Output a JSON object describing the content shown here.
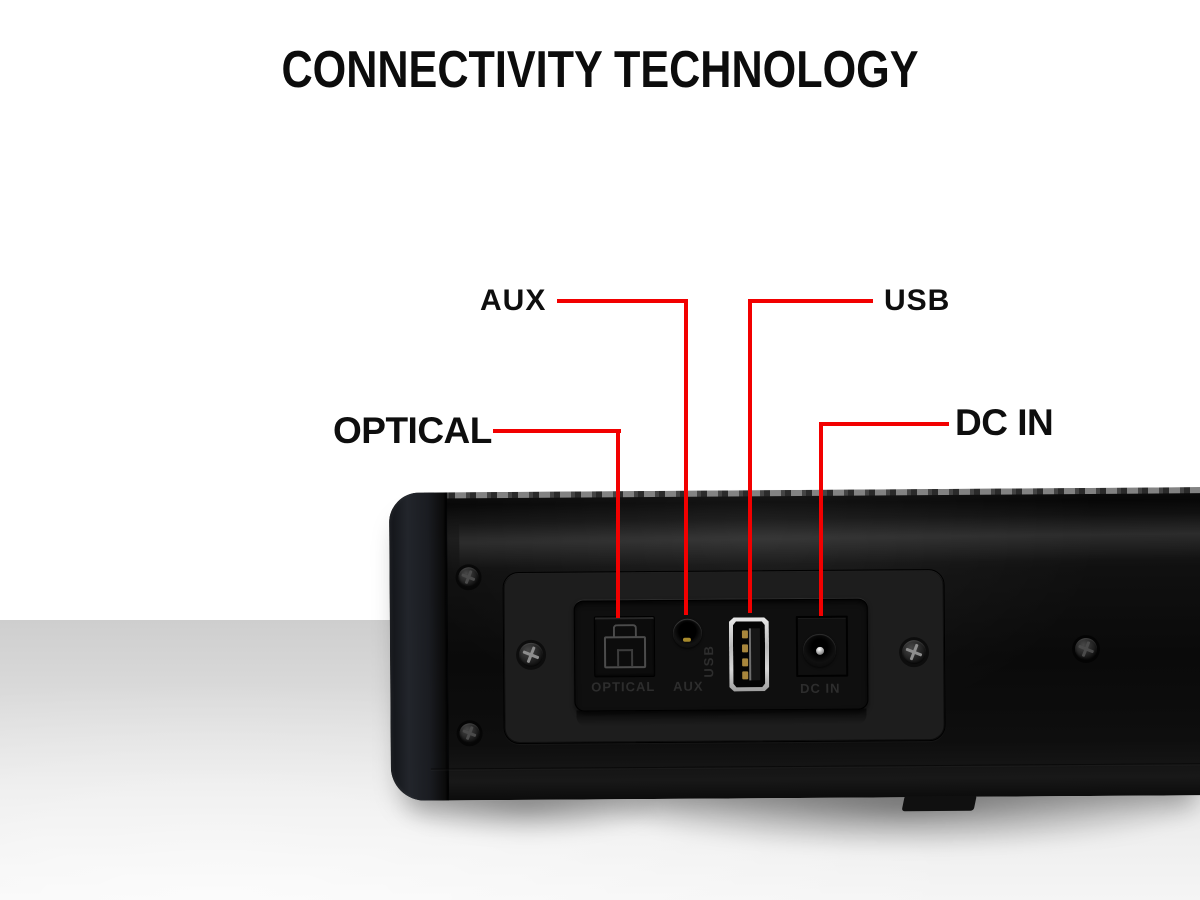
{
  "title": "CONNECTIVITY TECHNOLOGY",
  "callouts": {
    "optical": {
      "label": "OPTICAL"
    },
    "aux": {
      "label": "AUX"
    },
    "usb": {
      "label": "USB"
    },
    "dcin": {
      "label": "DC IN"
    }
  },
  "device": {
    "description": "soundbar rear connectivity panel",
    "port_labels": {
      "optical": "OPTICAL",
      "aux": "AUX",
      "usb": "USB",
      "dcin": "DC IN"
    }
  },
  "colors": {
    "accent_red": "#f20000",
    "heading_text": "#0c0c0c",
    "background": "#ffffff",
    "floor_gray": "#cecece",
    "device_black": "#101010"
  }
}
